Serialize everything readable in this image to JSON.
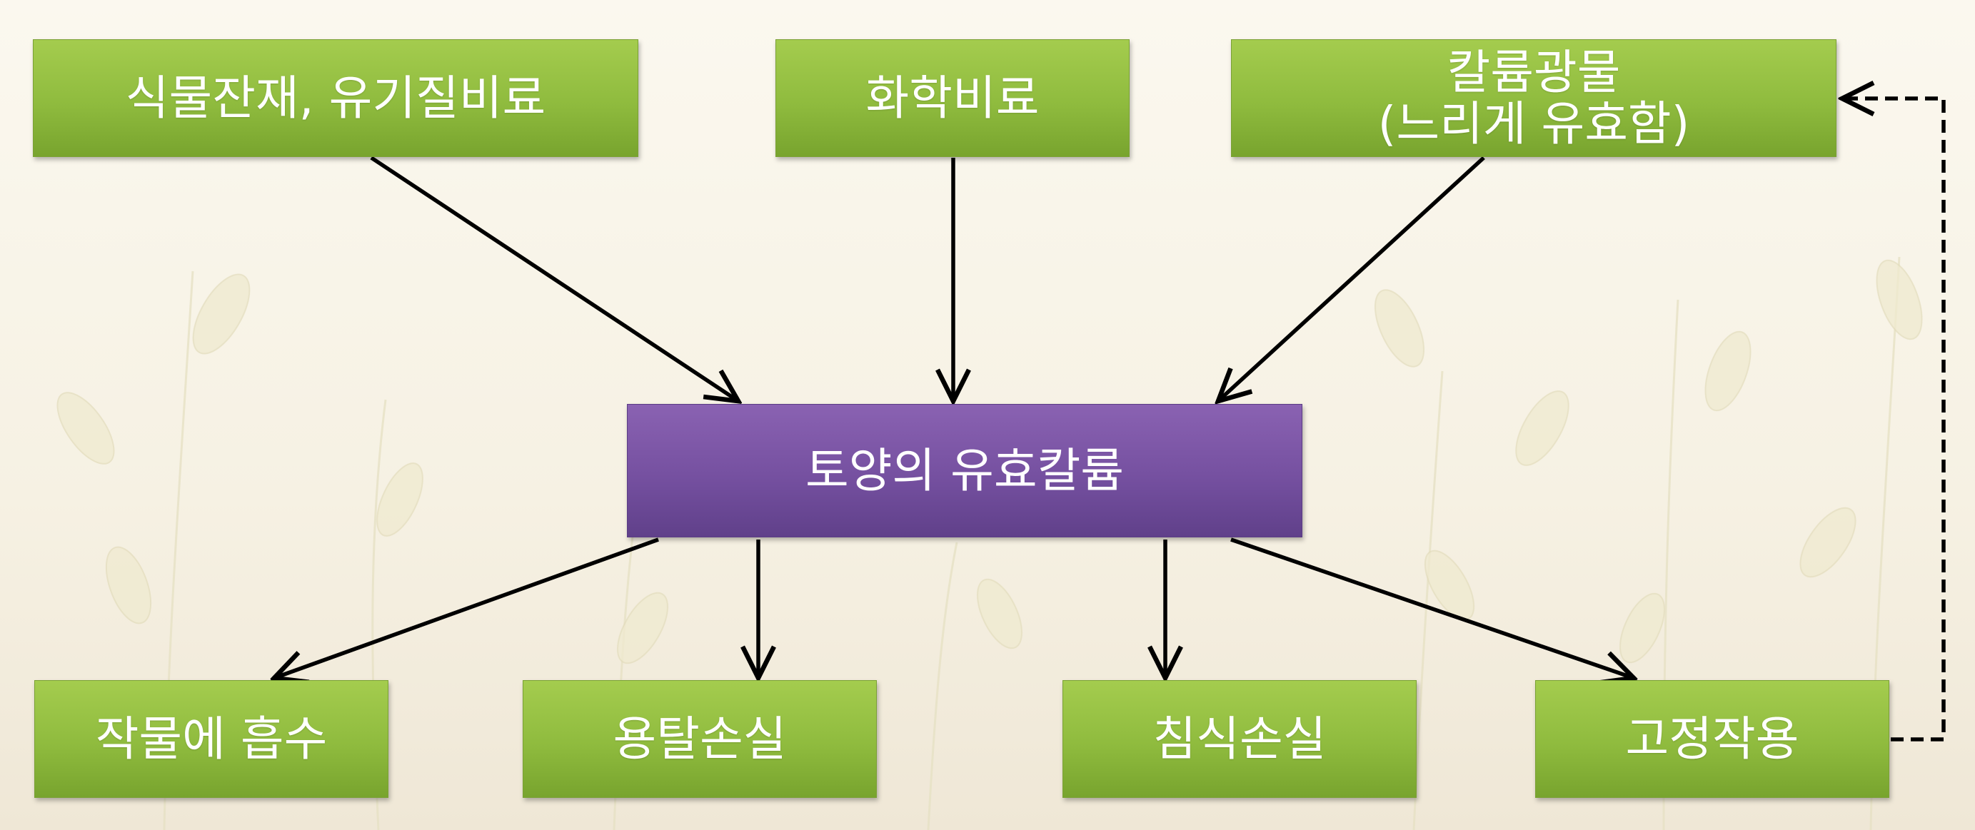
{
  "diagram": {
    "sources": {
      "plant_residue": "식물잔재, 유기질비료",
      "chemical_fertilizer": "화학비료",
      "potassium_mineral_line1": "칼륨광물",
      "potassium_mineral_line2": "(느리게 유효함)"
    },
    "center": {
      "available_potassium": "토양의 유효칼륨"
    },
    "outputs": {
      "crop_absorption": "작물에 흡수",
      "leaching_loss": "용탈손실",
      "erosion_loss": "침식손실",
      "fixation": "고정작용"
    },
    "edges": [
      {
        "from": "식물잔재, 유기질비료",
        "to": "토양의 유효칼륨",
        "style": "solid"
      },
      {
        "from": "화학비료",
        "to": "토양의 유효칼륨",
        "style": "solid"
      },
      {
        "from": "칼륨광물",
        "to": "토양의 유효칼륨",
        "style": "solid"
      },
      {
        "from": "토양의 유효칼륨",
        "to": "작물에 흡수",
        "style": "solid"
      },
      {
        "from": "토양의 유효칼륨",
        "to": "용탈손실",
        "style": "solid"
      },
      {
        "from": "토양의 유효칼륨",
        "to": "침식손실",
        "style": "solid"
      },
      {
        "from": "토양의 유효칼륨",
        "to": "고정작용",
        "style": "solid"
      },
      {
        "from": "고정작용",
        "to": "칼륨광물",
        "style": "dashed"
      }
    ],
    "colors": {
      "source_box": "#8fbb3e",
      "center_box": "#7550a0",
      "arrow": "#000000",
      "text": "#ffffff"
    }
  }
}
